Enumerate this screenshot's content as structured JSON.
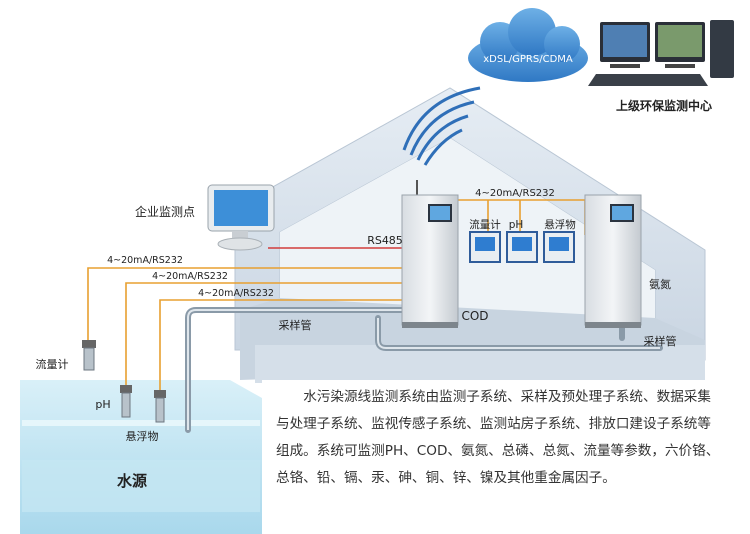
{
  "network": {
    "cloud_label": "xDSL/GPRS/CDMA"
  },
  "monitoring_center": {
    "label": "上级环保监测中心"
  },
  "enterprise": {
    "label": "企业监测点"
  },
  "links": {
    "rs485": "RS485",
    "signal_top": "4~20mA/RS232",
    "signal_1": "4~20mA/RS232",
    "signal_2": "4~20mA/RS232",
    "signal_3": "4~20mA/RS232"
  },
  "instruments": {
    "flow": "流量计",
    "ph": "pH",
    "suspended": "悬浮物",
    "cod": "COD",
    "ammonia": "氨氮"
  },
  "sensors": {
    "flow": "流量计",
    "ph": "pH",
    "suspended": "悬浮物"
  },
  "pipes": {
    "sampling_1": "采样管",
    "sampling_2": "采样管"
  },
  "water": {
    "label": "水源"
  },
  "colors": {
    "signal_line": "#e8a030",
    "rs485_line": "#d23c3c",
    "house": "#d3dde8",
    "water": "#bfe3f2",
    "pipe": "#8a9aa8"
  },
  "description": "水污染源线监测系统由监测子系统、采样及预处理子系统、数据采集与处理子系统、监视传感子系统、监测站房子系统、排放口建设子系统等组成。系统可监测PH、COD、氨氮、总磷、总氮、流量等参数，六价铬、总铬、铅、镉、汞、砷、铜、锌、镍及其他重金属因子。"
}
